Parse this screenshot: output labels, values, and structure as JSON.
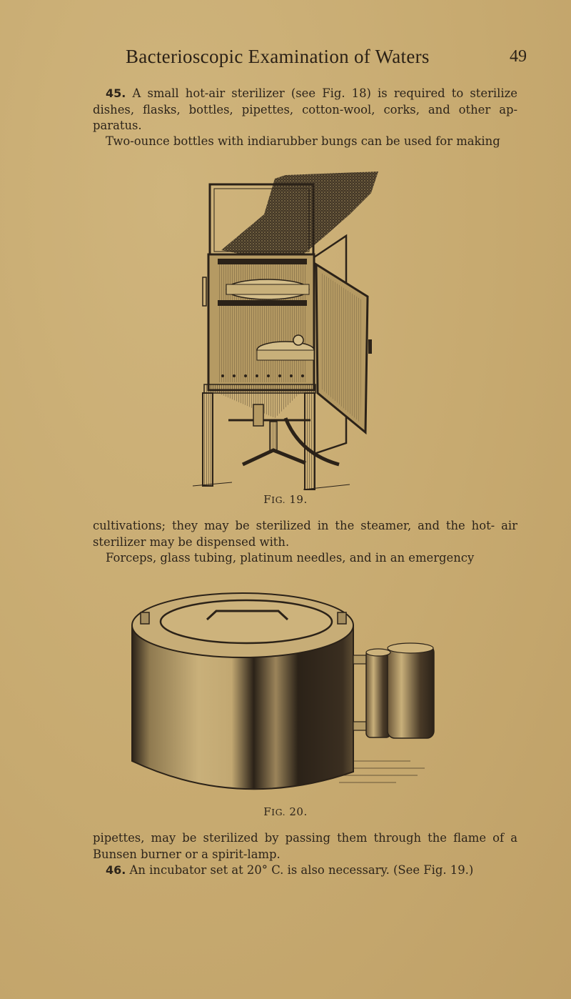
{
  "running_head": {
    "title": "Bacterioscopic Examination of Waters",
    "page_number": "49"
  },
  "paragraphs": [
    {
      "number": "45.",
      "text": " A small hot-air sterilizer (see Fig. 18) is required to sterilize dishes, flasks, bottles, pipettes, cotton-wool, corks, and other ap- paratus."
    },
    {
      "text": "Two-ounce bottles with indiarubber bungs can be used for making"
    },
    {
      "text": "cultivations; they may be sterilized in the steamer, and the hot- air sterilizer may be dispensed with."
    },
    {
      "text": "Forceps, glass tubing, platinum needles, and in an emergency"
    },
    {
      "text": "pipettes, may be sterilized by passing them through the flame of a Bunsen burner or a spirit-lamp."
    },
    {
      "number": "46.",
      "text": " An incubator set at 20° C. is also necessary.   (See Fig. 19.)"
    }
  ],
  "figures": [
    {
      "id": "fig19",
      "caption_prefix": "F",
      "caption_smallcaps": "IG.",
      "caption_number": " 19.",
      "depicts": "incubator cabinet with open glass door on stand with gas burner"
    },
    {
      "id": "fig20",
      "caption_prefix": "F",
      "caption_smallcaps": "IG.",
      "caption_number": " 20.",
      "depicts": "cylindrical steamer with lid and side water gauge"
    }
  ],
  "colors": {
    "paper": "#c9ad74",
    "ink": "#2d241a"
  }
}
